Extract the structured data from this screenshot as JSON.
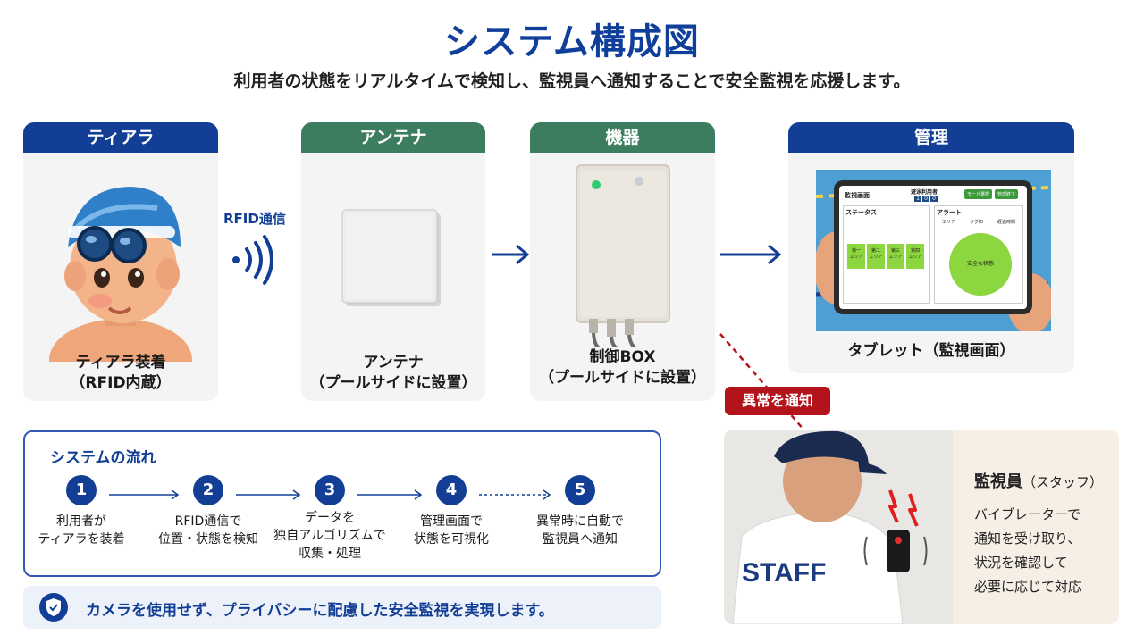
{
  "title": "システム構成図",
  "subtitle": "利用者の状態をリアルタイムで検知し、監視員へ通知することで安全監視を応援します。",
  "cards": {
    "tiara": {
      "header": "ティアラ",
      "caption1": "ティアラ装着",
      "caption2": "（RFID内蔵）"
    },
    "antenna": {
      "header": "アンテナ",
      "caption1": "アンテナ",
      "caption2": "（プールサイドに設置）"
    },
    "device": {
      "header": "機器",
      "caption1": "制御BOX",
      "caption2": "（プールサイドに設置）"
    },
    "manage": {
      "header": "管理",
      "caption1": "タブレット（監視画面）"
    }
  },
  "tablet": {
    "screen_title": "監視画面",
    "count_label": "遊泳利用者",
    "count_digits": [
      "1",
      "0",
      "0"
    ],
    "btn1": "モード選択",
    "btn2": "管理終了",
    "status_label": "ステータス",
    "alert_label": "アラート",
    "areas": [
      "第一\nエリア",
      "第二\nエリア",
      "第三\nエリア",
      "第四\nエリア"
    ],
    "alert_cols": [
      "エリア",
      "タグID",
      "経過時間"
    ],
    "safe_label": "安全な状態"
  },
  "rfid_label": "RFID通信",
  "alert_badge": "異常を通知",
  "flow": {
    "title": "システムの流れ",
    "steps": [
      {
        "num": "1",
        "line1": "利用者が",
        "line2": "ティアラを装着",
        "line3": ""
      },
      {
        "num": "2",
        "line1": "RFID通信で",
        "line2": "位置・状態を検知",
        "line3": ""
      },
      {
        "num": "3",
        "line1": "データを",
        "line2": "独自アルゴリズムで",
        "line3": "収集・処理"
      },
      {
        "num": "4",
        "line1": "管理画面で",
        "line2": "状態を可視化",
        "line3": ""
      },
      {
        "num": "5",
        "line1": "異常時に自動で",
        "line2": "監視員へ通知",
        "line3": ""
      }
    ]
  },
  "privacy": "カメラを使用せず、プライバシーに配慮した安全監視を実現します。",
  "staff": {
    "title": "監視員",
    "title_sub": "（スタッフ）",
    "shirt_text": "STAFF",
    "desc": [
      "バイブレーターで",
      "通知を受け取り、",
      "状況を確認して",
      "必要に応じて対応"
    ]
  },
  "colors": {
    "primary": "#123f95",
    "green": "#3c7d5f",
    "alert": "#b3141b",
    "screen_green": "#8cd63f"
  },
  "icons": [
    "wave-icon",
    "arrow-right-icon",
    "shield-check-icon",
    "lightning-icon"
  ]
}
